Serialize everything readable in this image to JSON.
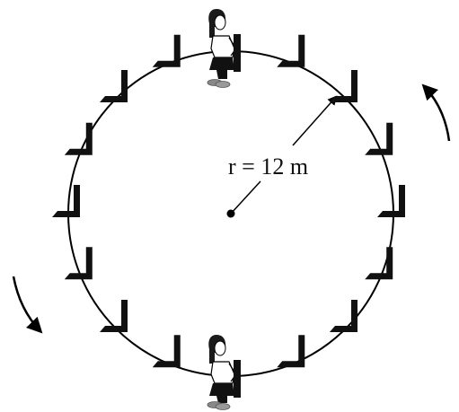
{
  "diagram": {
    "radius_label": "r = 12 m",
    "seat_count": 16,
    "occupied_seats": [
      "top",
      "bottom"
    ],
    "rotation_direction": "counterclockwise",
    "colors": {
      "ink": "#000000",
      "seat": "#111111",
      "hair": "#1a1a1a",
      "shirt": "#ffffff",
      "pants": "#111111",
      "shoes": "#888888"
    }
  }
}
